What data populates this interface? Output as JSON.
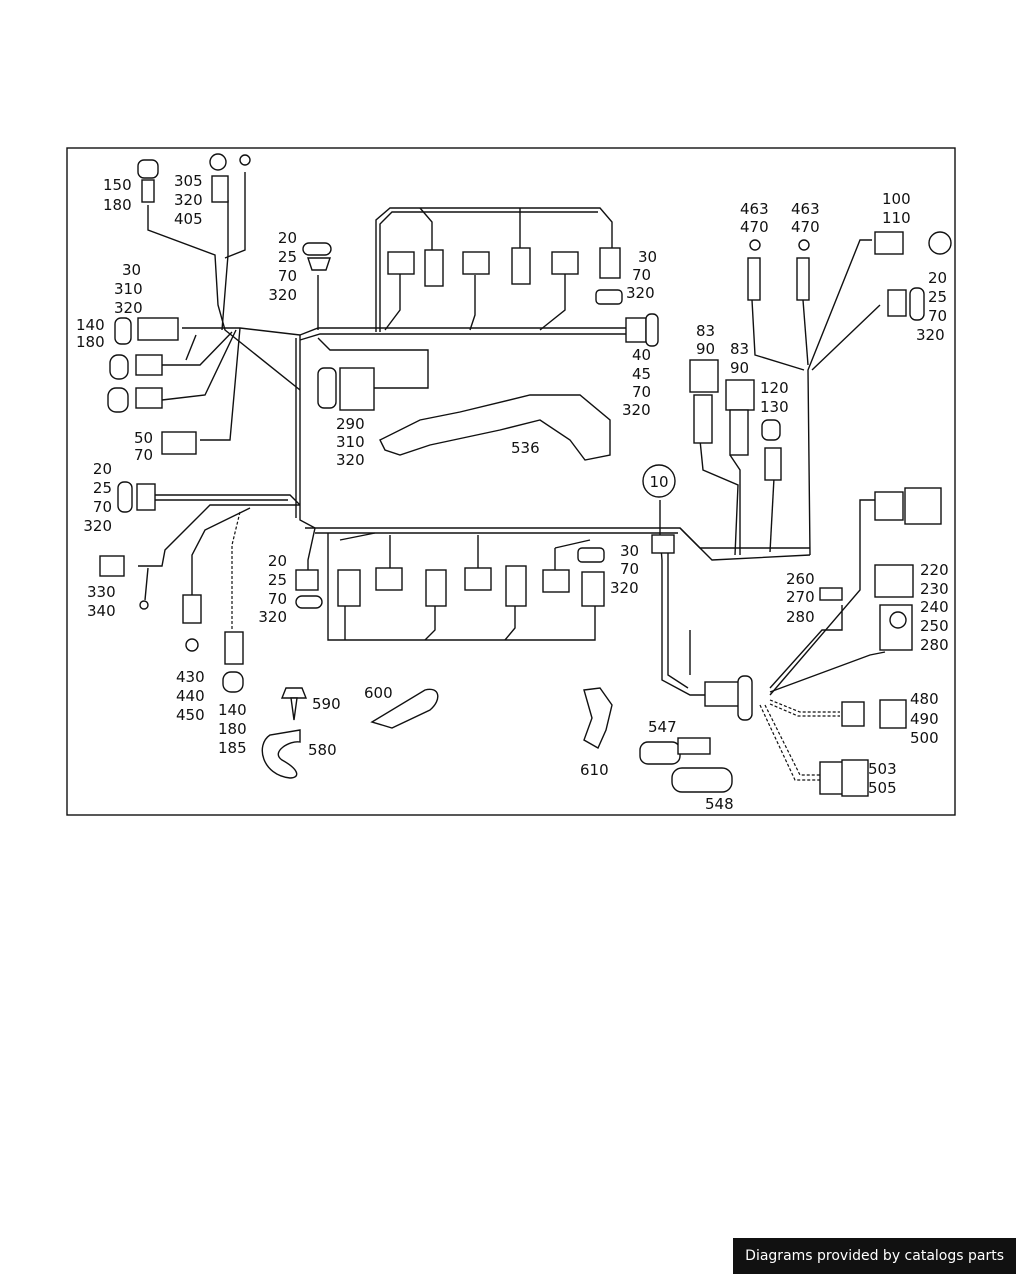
{
  "diagram": {
    "callouts": {
      "c150": [
        "150",
        "180"
      ],
      "c305": [
        "305",
        "320",
        "405"
      ],
      "c20a": [
        "20",
        "25",
        "70",
        "320"
      ],
      "c30a": [
        "30",
        "310",
        "320"
      ],
      "c140a": [
        "140",
        "180"
      ],
      "c50": [
        "50",
        "70"
      ],
      "c20b": [
        "20",
        "25",
        "70",
        "320"
      ],
      "c330": [
        "330",
        "340"
      ],
      "c430": [
        "430",
        "440",
        "450"
      ],
      "c140b": [
        "140",
        "180",
        "185"
      ],
      "c590": [
        "590"
      ],
      "c580": [
        "580"
      ],
      "c600": [
        "600"
      ],
      "c290": [
        "290",
        "310",
        "320"
      ],
      "c536": [
        "536"
      ],
      "c20c": [
        "20",
        "25",
        "70",
        "320"
      ],
      "c30b": [
        "30",
        "70",
        "320"
      ],
      "c30c": [
        "30",
        "70",
        "320"
      ],
      "c40": [
        "40",
        "45",
        "70",
        "320"
      ],
      "c463a": [
        "463",
        "470"
      ],
      "c463b": [
        "463",
        "470"
      ],
      "c100": [
        "100",
        "110"
      ],
      "c20d": [
        "20",
        "25",
        "70",
        "320"
      ],
      "c83a": [
        "83",
        "90"
      ],
      "c83b": [
        "83",
        "90"
      ],
      "c120": [
        "120",
        "130"
      ],
      "c10": [
        "10"
      ],
      "c260": [
        "260",
        "270",
        "280"
      ],
      "c220": [
        "220",
        "230",
        "240",
        "250",
        "280"
      ],
      "c480": [
        "480",
        "490",
        "500"
      ],
      "c503": [
        "503",
        "505"
      ],
      "c547": [
        "547"
      ],
      "c548": [
        "548"
      ],
      "c610": [
        "610"
      ]
    }
  },
  "footer": {
    "text": "Diagrams provided by catalogs parts"
  }
}
